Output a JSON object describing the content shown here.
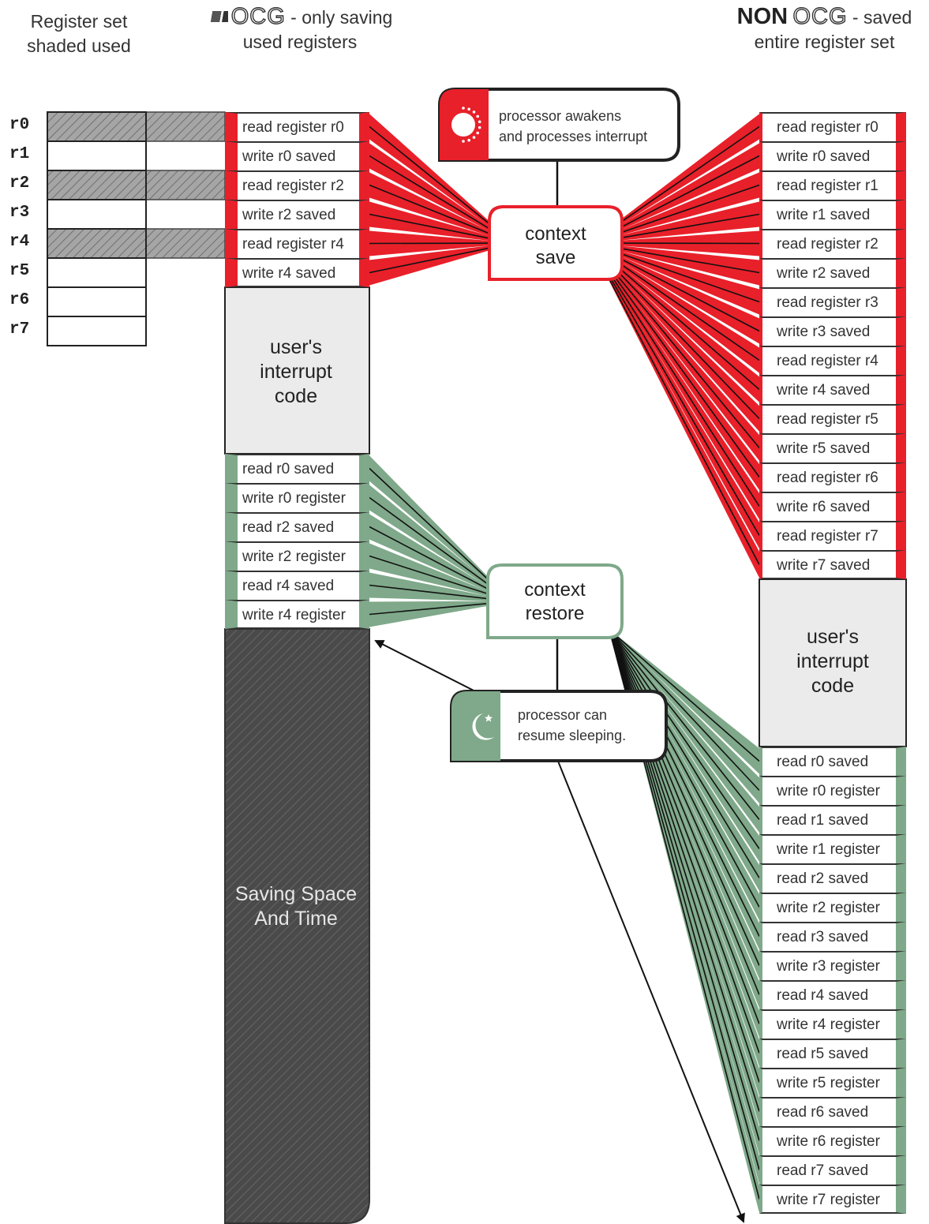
{
  "headers": {
    "register_set": [
      "Register set",
      "shaded used"
    ],
    "ocg": {
      "name": "OCG",
      "tagline": " - only saving",
      "line2": "used registers"
    },
    "non_ocg": {
      "prefix": "NON",
      "name": "OCG",
      "tagline": " - saved",
      "line2": "entire register set"
    }
  },
  "registers": [
    {
      "label": "r0",
      "used": true
    },
    {
      "label": "r1",
      "used": false
    },
    {
      "label": "r2",
      "used": true
    },
    {
      "label": "r3",
      "used": false
    },
    {
      "label": "r4",
      "used": true
    },
    {
      "label": "r5",
      "used": false
    },
    {
      "label": "r6",
      "used": false
    },
    {
      "label": "r7",
      "used": false
    }
  ],
  "ocg_column": {
    "save_ops": [
      "read register r0",
      "write r0 saved",
      "read register r2",
      "write r2 saved",
      "read register r4",
      "write r4 saved"
    ],
    "user_code": [
      "user's",
      "interrupt",
      "code"
    ],
    "restore_ops": [
      "read r0 saved",
      "write r0 register",
      "read r2 saved",
      "write r2 register",
      "read r4 saved",
      "write r4 register"
    ],
    "saving_label": [
      "Saving Space",
      "And Time"
    ]
  },
  "non_ocg_column": {
    "save_ops": [
      "read register r0",
      "write r0 saved",
      "read register r1",
      "write r1 saved",
      "read register r2",
      "write r2 saved",
      "read register r3",
      "write r3 saved",
      "read register r4",
      "write r4 saved",
      "read register r5",
      "write r5 saved",
      "read register r6",
      "write r6 saved",
      "read register r7",
      "write r7 saved"
    ],
    "user_code": [
      "user's",
      "interrupt",
      "code"
    ],
    "restore_ops": [
      "read r0 saved",
      "write r0 register",
      "read r1 saved",
      "write r1 register",
      "read r2 saved",
      "write r2 register",
      "read r3 saved",
      "write r3 register",
      "read r4 saved",
      "write r4 register",
      "read r5 saved",
      "write r5 register",
      "read r6 saved",
      "write r6 register",
      "read r7 saved",
      "write r7 register"
    ]
  },
  "callouts": {
    "awaken": [
      "processor awakens",
      "and processes interrupt"
    ],
    "context_save": [
      "context",
      "save"
    ],
    "context_restore": [
      "context",
      "restore"
    ],
    "sleep": [
      "processor can",
      "resume sleeping."
    ]
  },
  "icons": {
    "awaken": "sun-icon",
    "sleep": "moon-star-icon"
  },
  "colors": {
    "save": "#e8202a",
    "restore": "#7fa98a",
    "used_hatch": "#9a9a9a",
    "saving_block": "#4a4a4a",
    "user_code": "#ebebeb"
  }
}
